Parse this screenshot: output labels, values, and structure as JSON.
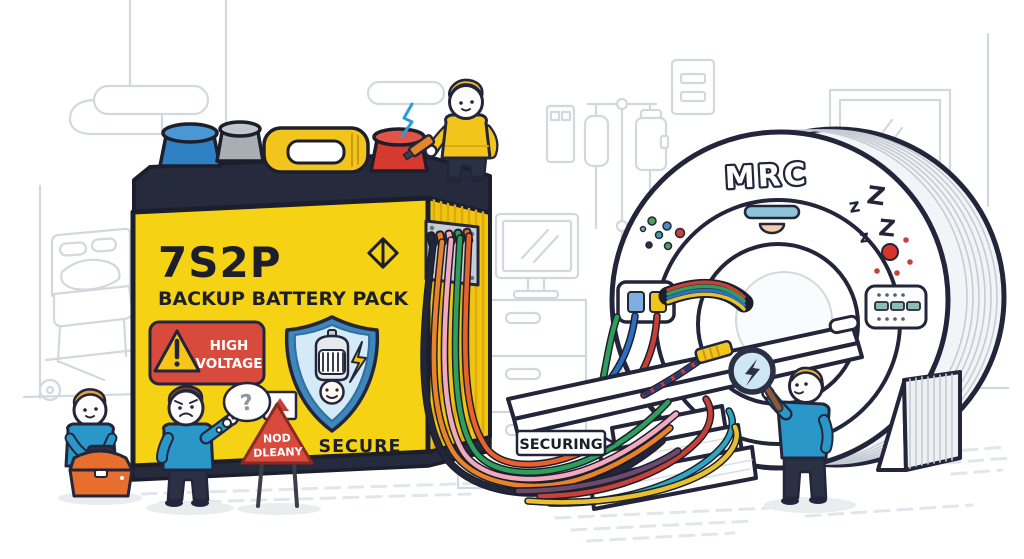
{
  "illustration": {
    "battery": {
      "model": "7S2P",
      "name": "BACKUP BATTERY PACK",
      "warning_line1": "HIGH",
      "warning_line2": "VOLTAGE",
      "secure_label": "SECURE"
    },
    "roadside_sign": {
      "line1": "NOD",
      "line2": "DLEANY"
    },
    "speech_bubble": {
      "text": "?"
    },
    "cable_label": {
      "text": "SECURING"
    },
    "mri": {
      "brand": "MRC",
      "sleep": {
        "z1": "z",
        "z2": "Z",
        "z3": "z",
        "z4": "Z"
      }
    },
    "icons": {
      "warning-triangle-icon": "⚠",
      "security-shield-icon": "🛡",
      "diamond-icon": "◇",
      "magnifier-icon": "🔍",
      "spark-icon": "⚡",
      "question-icon": "?",
      "sleep-icon": "zZ"
    },
    "colors": {
      "battery_body": "#F5D314",
      "battery_side": "#EFC70F",
      "battery_top": "#252A3D",
      "warning_sign_red": "#D84A3B",
      "warning_triangle_yellow": "#F5C518",
      "shield_blue": "#3E86BC",
      "shield_light_blue": "#D4EAF6",
      "terminal_blue": "#2F80C3",
      "terminal_gray": "#A9AEB5",
      "terminal_red": "#D63A2F",
      "handle_yellow": "#F2C51D",
      "status_light_red": "#D6352B",
      "mri_light_bar": "#8FC3DA",
      "shirt_blue": "#2A97C9",
      "shirt_yellow": "#F2C51D",
      "toolbox_orange": "#E86E2D",
      "wires": [
        "#23263B",
        "#E8832B",
        "#F2A9BC",
        "#2FA05C",
        "#E8622C",
        "#C8403A",
        "#2FA6C0",
        "#E8C12F",
        "#6B4A6B",
        "#2B6FBF"
      ]
    }
  }
}
